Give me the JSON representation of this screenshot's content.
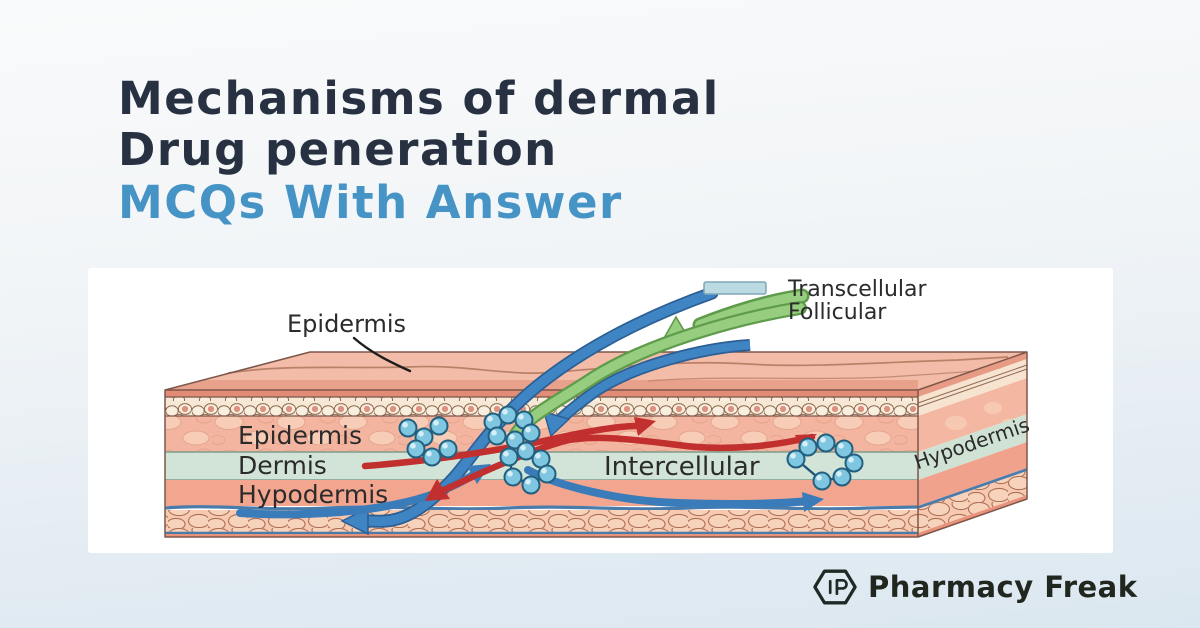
{
  "header": {
    "title_line1": "Mechanisms of dermal",
    "title_line2": "Drug peneration",
    "subtitle": "MCQs With Answer"
  },
  "diagram": {
    "pointer_label": "Epidermis",
    "layer_labels": {
      "epidermis": "Epidermis",
      "dermis": "Dermis",
      "hypodermis": "Hypodermis"
    },
    "intercellular_label": "Intercellular",
    "side_label": "Hypodermis",
    "legend": {
      "transcellular": "Transcellular",
      "follicular": "Follicular"
    }
  },
  "footer": {
    "brand": "Pharmacy Freak"
  },
  "colors": {
    "title_navy": "#273142",
    "accent_blue": "#4693c6",
    "arrow_blue": "#3f85c4",
    "arrow_green": "#96cd7f",
    "arrow_red": "#c1302e",
    "skin_pink": "#f4b5a0",
    "dermis_green": "#d2e4d7",
    "legend_swatch": "#bcdae2",
    "background_bottom": "#dbe7f0"
  }
}
